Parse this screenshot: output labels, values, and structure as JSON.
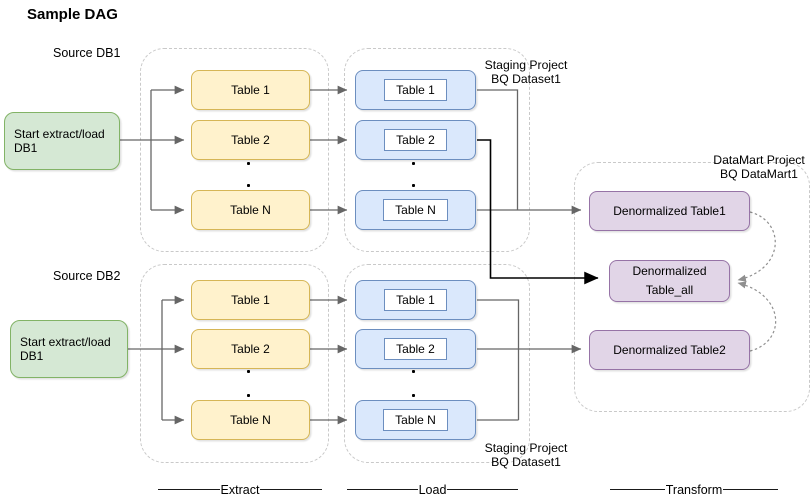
{
  "title": "Sample DAG",
  "rows": [
    {
      "source_label": "Source DB1",
      "start_node": [
        "Start extract/load",
        "DB1"
      ],
      "extract_tables": [
        "Table 1",
        "Table 2",
        "Table N"
      ],
      "load_tables": [
        "Table 1",
        "Table 2",
        "Table N"
      ],
      "staging_label": [
        "Staging Project",
        "BQ Dataset1"
      ]
    },
    {
      "source_label": "Source DB2",
      "start_node": [
        "Start extract/load",
        "DB1"
      ],
      "extract_tables": [
        "Table 1",
        "Table 2",
        "Table N"
      ],
      "load_tables": [
        "Table 1",
        "Table 2",
        "Table N"
      ],
      "staging_label": [
        "Staging Project",
        "BQ Dataset1"
      ]
    }
  ],
  "datamart": {
    "label": [
      "DataMart Project",
      "BQ DataMart1"
    ],
    "table1": "Denormalized Table1",
    "table_all": [
      "Denormalized",
      "Table_all"
    ],
    "table2": "Denormalized Table2"
  },
  "stages": {
    "extract": "Extract",
    "load": "Load",
    "transform": "Transform"
  },
  "colors": {
    "start_fill": "#d5e8d4",
    "start_stroke": "#82b366",
    "extract_fill": "#fff2cc",
    "extract_stroke": "#d6b656",
    "load_fill": "#dae8fc",
    "load_stroke": "#6c8ebf",
    "datamart_fill": "#e1d5e7",
    "datamart_stroke": "#9673a6",
    "connector_gray": "#666666",
    "connector_black": "#000000",
    "dashed_arc": "#8f8f8f",
    "container_border": "#c9c9c9"
  }
}
